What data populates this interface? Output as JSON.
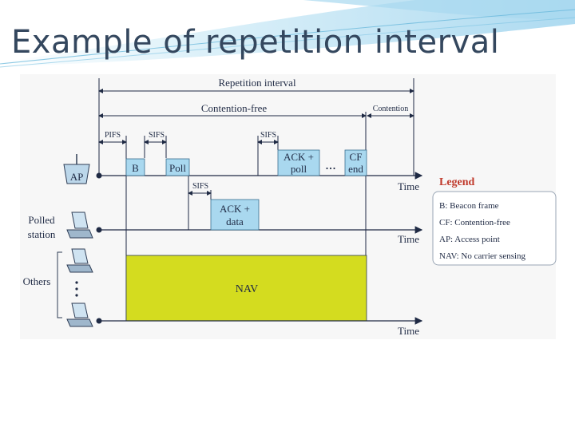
{
  "slide_title": "Example of repetition interval",
  "diagram": {
    "top_labels": {
      "repetition_interval": "Repetition interval",
      "contention_free": "Contention-free",
      "contention": "Contention"
    },
    "gap_labels": {
      "pifs": "PIFS",
      "sifs_1": "SIFS",
      "sifs_2": "SIFS",
      "sifs_3": "SIFS"
    },
    "frames": {
      "beacon": "B",
      "poll": "Poll",
      "ack_poll_line1": "ACK +",
      "ack_poll_line2": "poll",
      "cf_end_line1": "CF",
      "cf_end_line2": "end",
      "ack_data_line1": "ACK +",
      "ack_data_line2": "data",
      "nav": "NAV",
      "ellipsis": "..."
    },
    "stations": {
      "ap": "AP",
      "polled_line1": "Polled",
      "polled_line2": "station",
      "others": "Others"
    },
    "time_labels": [
      "Time",
      "Time",
      "Time"
    ],
    "legend": {
      "title": "Legend",
      "items": [
        "B: Beacon frame",
        "CF: Contention-free",
        "AP: Access point",
        "NAV: No carrier sensing"
      ]
    },
    "colors": {
      "frame_fill": "#a9d8ef",
      "nav_fill": "#d4dc1f",
      "legend_title": "#c0392b",
      "title_text": "#34475e"
    }
  }
}
